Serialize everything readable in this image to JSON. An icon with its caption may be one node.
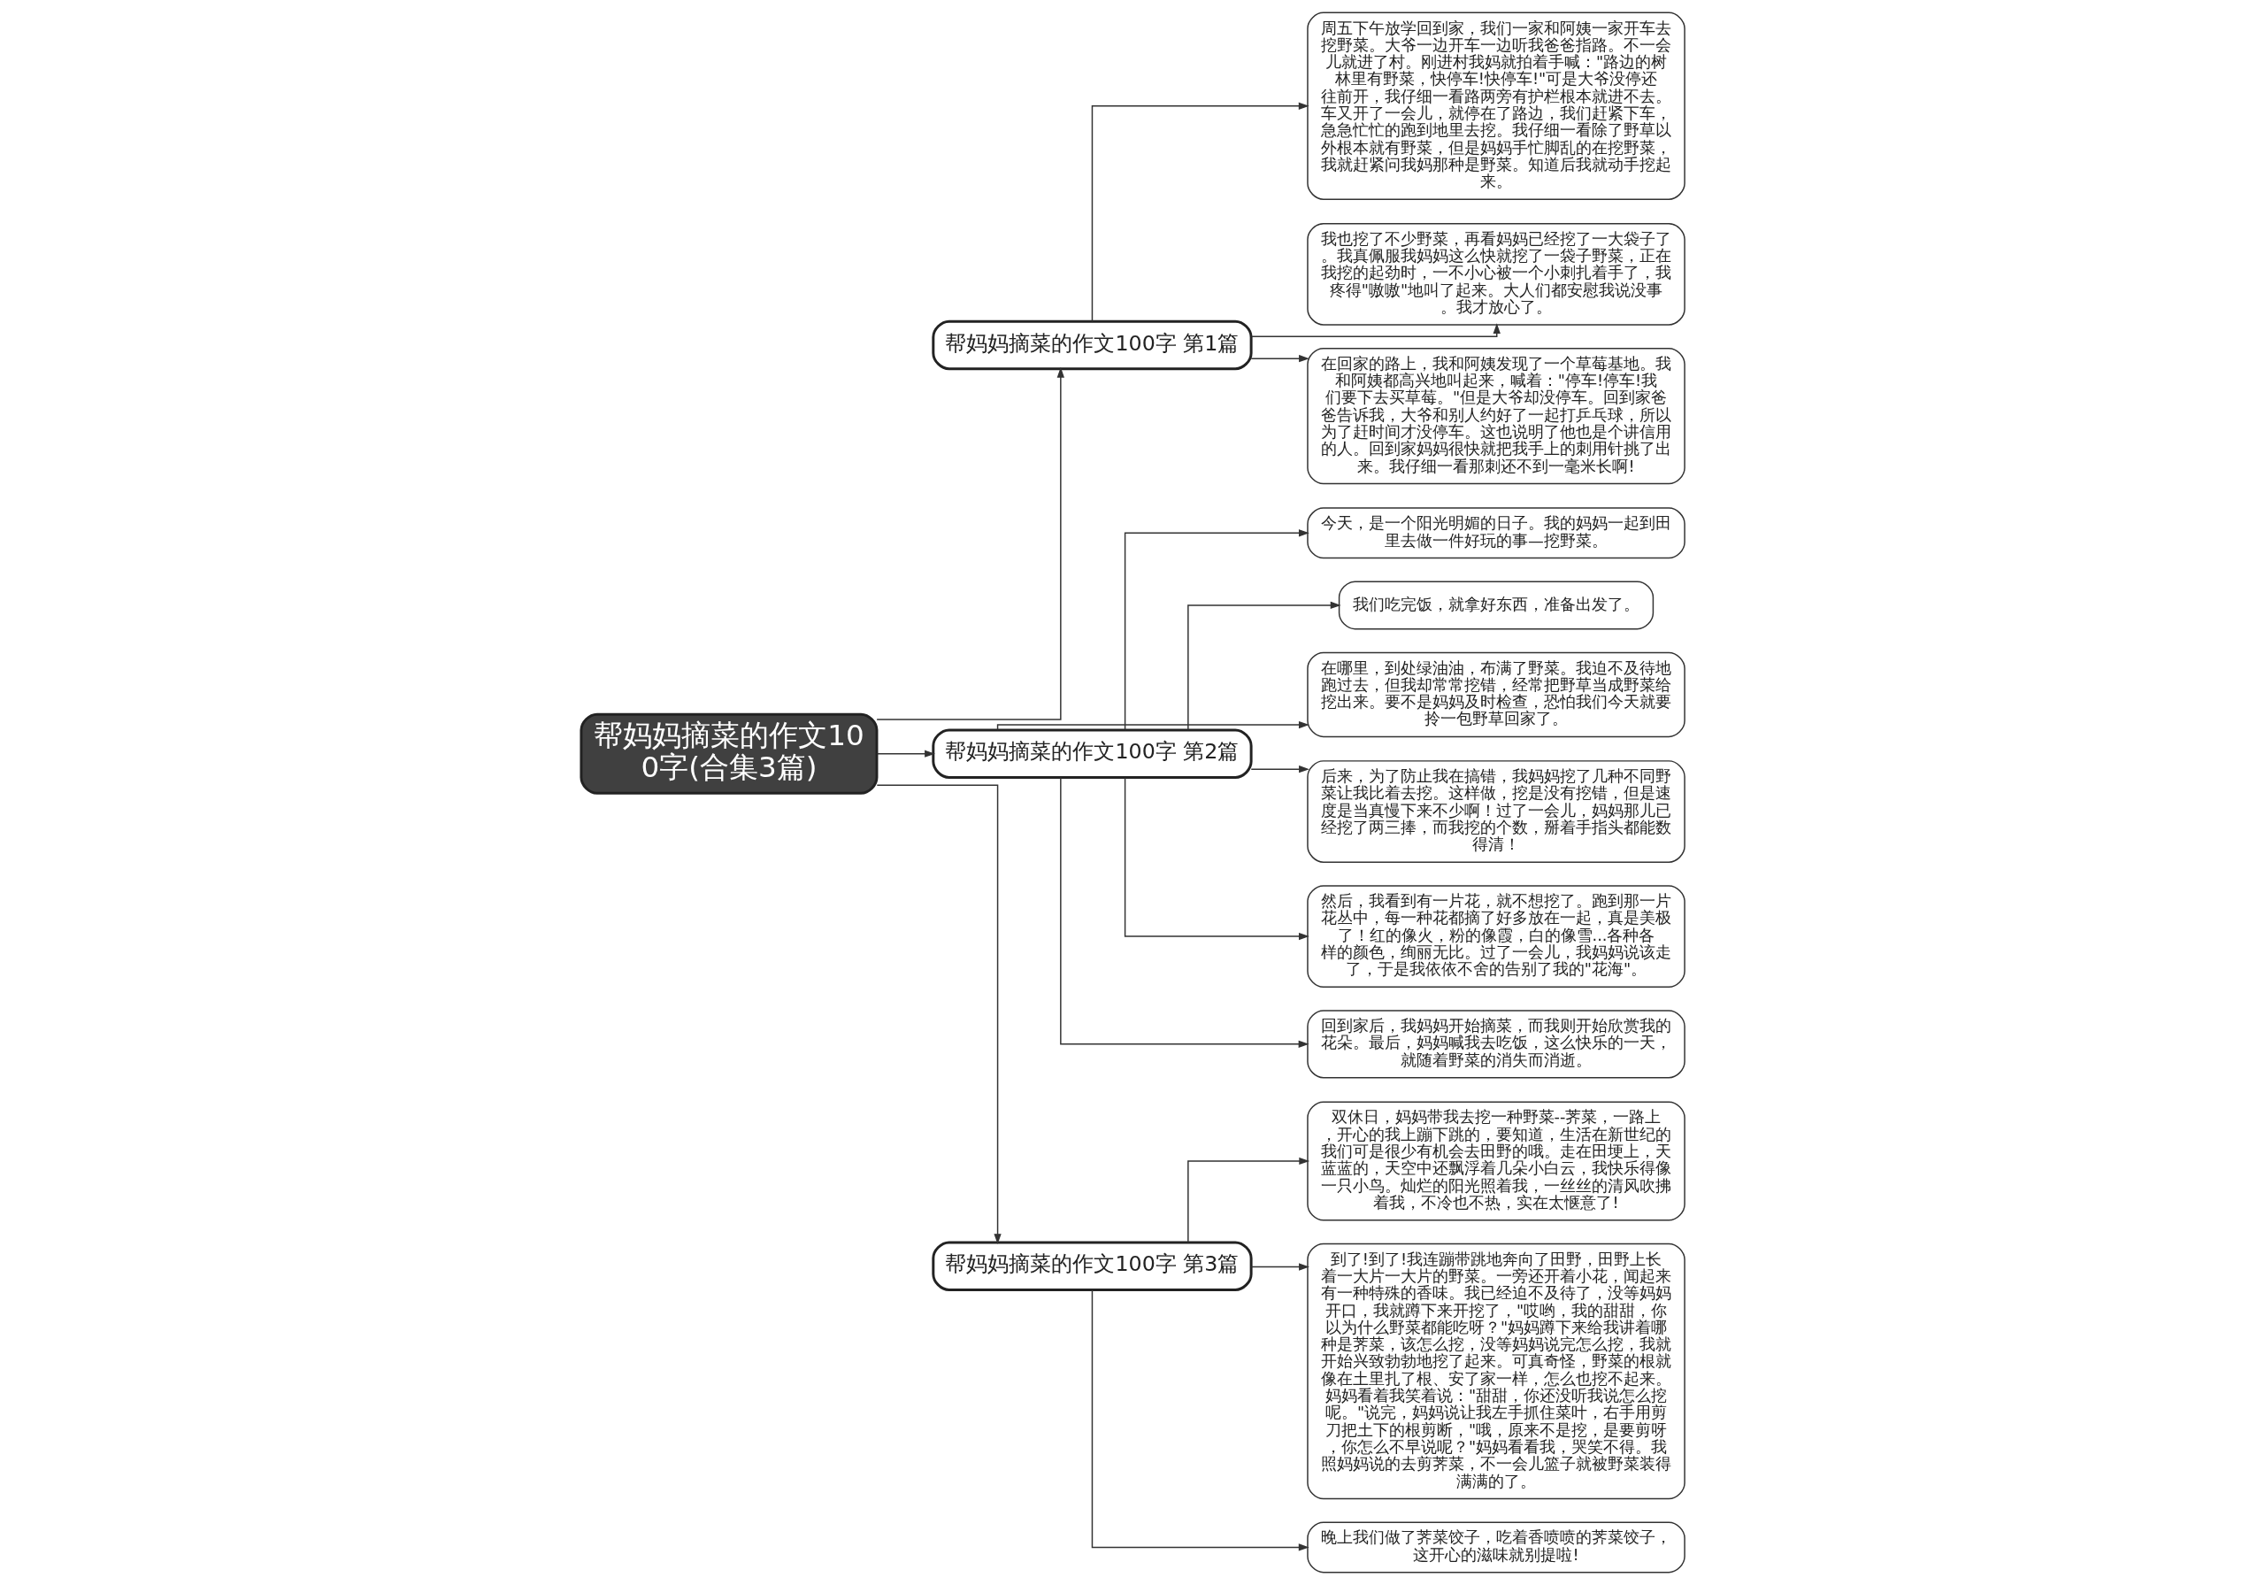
{
  "diagram": {
    "nodes": [
      {
        "text": [
          "帮妈妈摘菜的作文100字(合集3篇)"
        ]
      },
      {
        "text": [
          "帮妈妈摘菜的作文100字 第1篇"
        ]
      },
      {
        "text": [
          "周五下午放学回到家，我们一家和阿姨一家开车去挖野菜。大爷一边开车一边听我爸爸指路。不一会儿就进了村。刚进村我妈就拍着手喊：\"路边的树林里有野菜，快停车!快停车!\"可是大爷没停还往前开，我仔细一看路两旁有护栏根本就进不去。车又开了一会儿，就停在了路边，我们赶紧下车，急急忙忙的跑到地里去挖。我仔细一看除了野草以外根本就有野菜，但是妈妈手忙脚乱的在挖野菜，我就赶紧问我妈那种是野菜。知道后我就动手挖起来。"
        ]
      },
      {
        "text": [
          "我也挖了不少野菜，再看妈妈已经挖了一大袋子了。我真佩服我妈妈这么快就挖了一袋子野菜，正在我挖的起劲时，一不小心被一个小刺扎着手了，我疼得\"嗷嗷\"地叫了起来。大人们都安慰我说没事。我才放心了。"
        ]
      },
      {
        "text": [
          "在回家的路上，我和阿姨发现了一个草莓基地。我和阿姨都高兴地叫起来，喊着：\"停车!停车!我们要下去买草莓。\"但是大爷却没停车。回到家爸爸告诉我，大爷和别人约好了一起打乒乓球，所以为了赶时间才没停车。这也说明了他也是个讲信用的人。回到家妈妈很快就把我手上的刺用针挑了出来。我仔细一看那刺还不到一毫米长啊!"
        ]
      },
      {
        "text": [
          "帮妈妈摘菜的作文100字 第2篇"
        ]
      },
      {
        "text": [
          "今天，是一个阳光明媚的日子。我的妈妈一起到田里去做一件好玩的事—挖野菜。"
        ]
      },
      {
        "text": [
          "我们吃完饭，就拿好东西，准备出发了。"
        ]
      },
      {
        "text": [
          "在哪里，到处绿油油，布满了野菜。我迫不及待地跑过去，但我却常常挖错，经常把野草当成野菜给挖出来。要不是妈妈及时检查，恐怕我们今天就要拎一包野草回家了。"
        ]
      },
      {
        "text": [
          "后来，为了防止我在搞错，我妈妈挖了几种不同野菜让我比着去挖。这样做，挖是没有挖错，但是速度是当真慢下来不少啊！过了一会儿，妈妈那儿已经挖了两三捧，而我挖的个数，掰着手指头都能数得清！"
        ]
      },
      {
        "text": [
          "然后，我看到有一片花，就不想挖了。跑到那一片花丛中，每一种花都摘了好多放在一起，真是美极了！红的像火，粉的像霞，白的像雪...各种各样的颜色，绚丽无比。过了一会儿，我妈妈说该走了，于是我依依不舍的告别了我的\"花海\"。"
        ]
      },
      {
        "text": [
          "回到家后，我妈妈开始摘菜，而我则开始欣赏我的花朵。最后，妈妈喊我去吃饭，这么快乐的一天，就随着野菜的消失而消逝。"
        ]
      },
      {
        "text": [
          "帮妈妈摘菜的作文100字 第3篇"
        ]
      },
      {
        "text": [
          "双休日，妈妈带我去挖一种野菜--荠菜，一路上，开心的我上蹦下跳的，要知道，生活在新世纪的我们可是很少有机会去田野的哦。走在田埂上，天蓝蓝的，天空中还飘浮着几朵小白云，我快乐得像一只小鸟。灿烂的阳光照着我，一丝丝的清风吹拂着我，不冷也不热，实在太惬意了!"
        ]
      },
      {
        "text": [
          "到了!到了!我连蹦带跳地奔向了田野，田野上长着一大片一大片的野菜。一旁还开着小花，闻起来有一种特殊的香味。我已经迫不及待了，没等妈妈开口，我就蹲下来开挖了，\"哎哟，我的甜甜，你以为什么野菜都能吃呀？\"妈妈蹲下来给我讲着哪种是荠菜，该怎么挖，没等妈妈说完怎么挖，我就开始兴致勃勃地挖了起来。可真奇怪，野菜的根就像在土里扎了根、安了家一样，怎么也挖不起来。妈妈看着我笑着说：\"甜甜，你还没听我说怎么挖呢。\"说完，妈妈说让我左手抓住菜叶，右手用剪刀把土下的根剪断，\"哦，原来不是挖，是要剪呀，你怎么不早说呢？\"妈妈看看我，哭笑不得。我照妈妈说的去剪荠菜，不一会儿篮子就被野菜装得满满的了。"
        ]
      },
      {
        "text": [
          "晚上我们做了荠菜饺子，吃着香喷喷的荠菜饺子，这开心的滋味就别提啦!"
        ]
      }
    ],
    "edges": [
      {
        "from": 0,
        "to": 1,
        "arrow": "to"
      },
      {
        "from": 1,
        "to": 2,
        "arrow": "to"
      },
      {
        "from": 1,
        "to": 3,
        "arrow": "to"
      },
      {
        "from": 1,
        "to": 4,
        "arrow": "to"
      },
      {
        "from": 0,
        "to": 5,
        "arrow": "to"
      },
      {
        "from": 5,
        "to": 6,
        "arrow": "to"
      },
      {
        "from": 5,
        "to": 7,
        "arrow": "to"
      },
      {
        "from": 5,
        "to": 8,
        "arrow": "to"
      },
      {
        "from": 5,
        "to": 9,
        "arrow": "to"
      },
      {
        "from": 5,
        "to": 10,
        "arrow": "to"
      },
      {
        "from": 5,
        "to": 11,
        "arrow": "to"
      },
      {
        "from": 0,
        "to": 12,
        "arrow": "to"
      },
      {
        "from": 12,
        "to": 13,
        "arrow": "to"
      },
      {
        "from": 12,
        "to": 14,
        "arrow": "to"
      },
      {
        "from": 12,
        "to": 15,
        "arrow": "to"
      }
    ]
  }
}
